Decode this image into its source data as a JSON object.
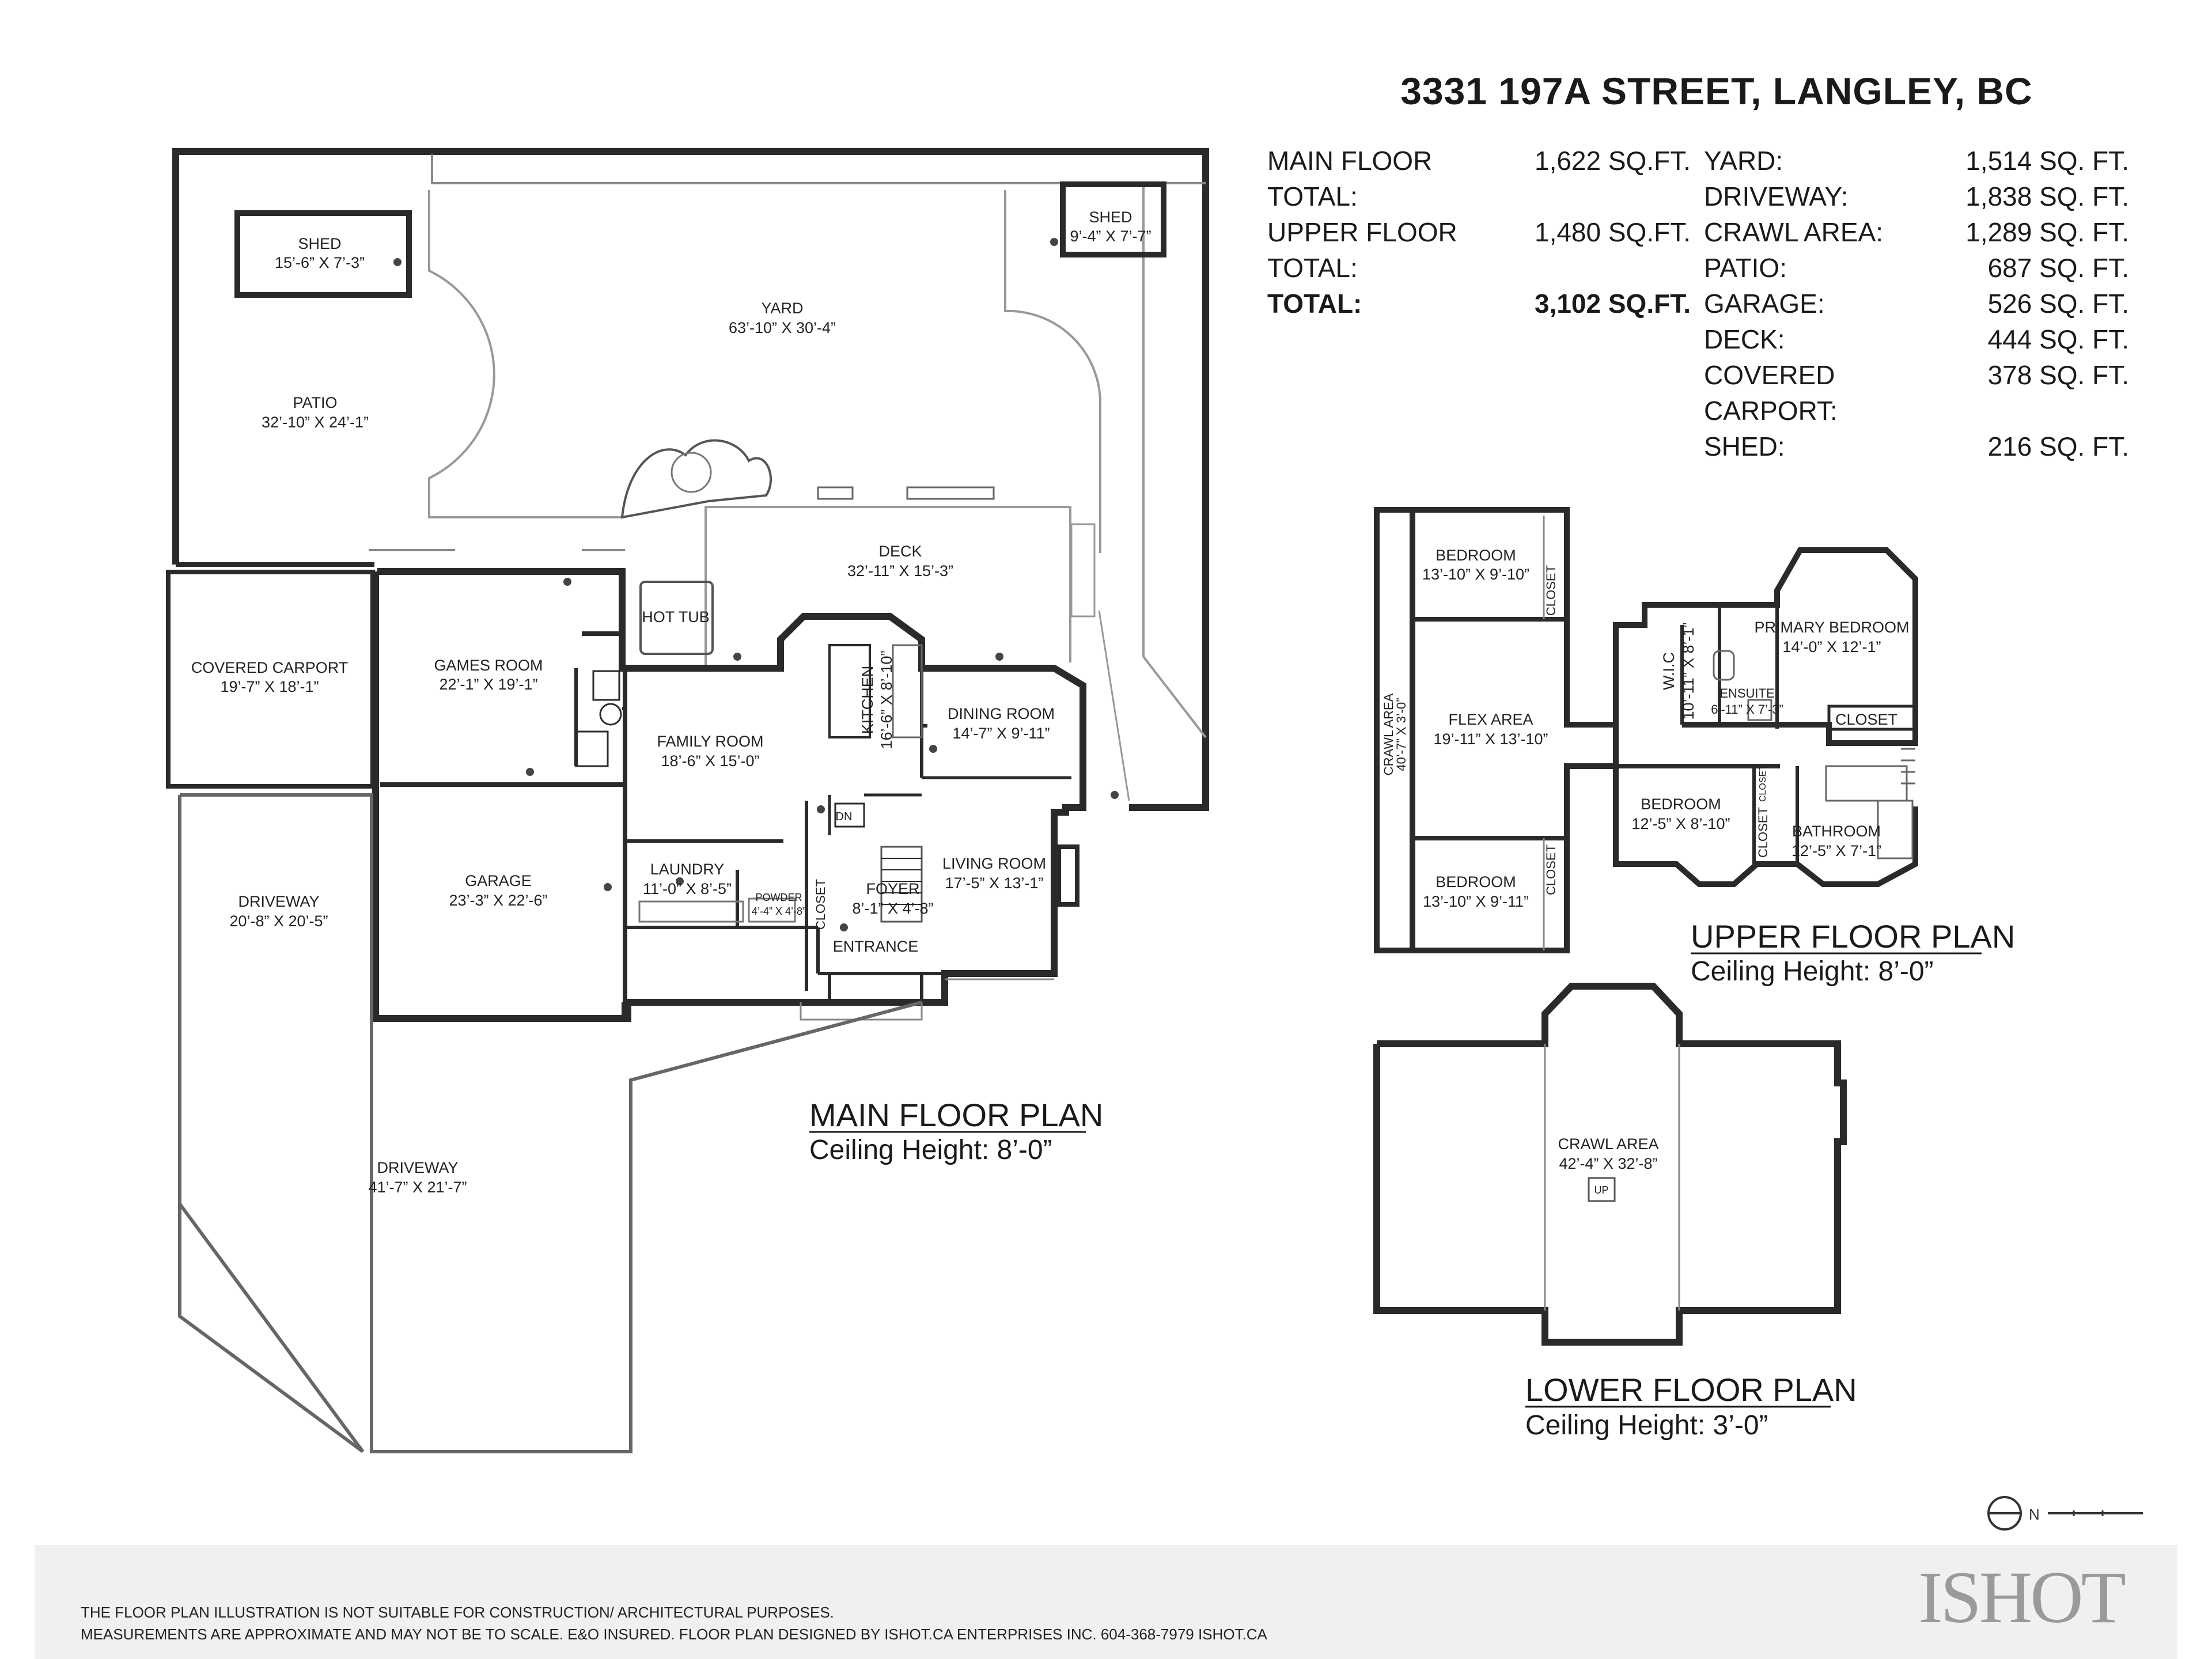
{
  "address": "3331 197A STREET, LANGLEY, BC",
  "floor_totals": [
    {
      "label": "MAIN FLOOR TOTAL:",
      "value": "1,622 SQ.FT."
    },
    {
      "label": "UPPER FLOOR TOTAL:",
      "value": "1,480 SQ.FT."
    },
    {
      "label": "TOTAL:",
      "value": "3,102 SQ.FT."
    }
  ],
  "other_areas": [
    {
      "label": "YARD:",
      "value": "1,514 SQ. FT."
    },
    {
      "label": "DRIVEWAY:",
      "value": "1,838 SQ. FT."
    },
    {
      "label": "CRAWL AREA:",
      "value": "1,289 SQ. FT."
    },
    {
      "label": "PATIO:",
      "value": "687 SQ. FT."
    },
    {
      "label": "GARAGE:",
      "value": "526 SQ. FT."
    },
    {
      "label": "DECK:",
      "value": "444 SQ. FT."
    },
    {
      "label": "COVERED CARPORT:",
      "value": "378 SQ. FT."
    },
    {
      "label": "SHED:",
      "value": "216 SQ. FT."
    }
  ],
  "plans": {
    "main": {
      "title": "MAIN FLOOR PLAN",
      "ceiling": "Ceiling Height: 8’-0”"
    },
    "upper": {
      "title": "UPPER FLOOR PLAN",
      "ceiling": "Ceiling Height: 8’-0”"
    },
    "lower": {
      "title": "LOWER FLOOR PLAN",
      "ceiling": "Ceiling Height: 3’-0”"
    }
  },
  "rooms": {
    "shed_left": {
      "name": "SHED",
      "dim": "15’-6” X 7’-3”"
    },
    "shed_right": {
      "name": "SHED",
      "dim": "9’-4” X 7’-7”"
    },
    "yard": {
      "name": "YARD",
      "dim": "63’-10” X 30’-4”"
    },
    "patio": {
      "name": "PATIO",
      "dim": "32’-10” X 24’-1”"
    },
    "deck": {
      "name": "DECK",
      "dim": "32’-11” X 15’-3”"
    },
    "hot_tub": {
      "name": "HOT TUB"
    },
    "covered_carport": {
      "name": "COVERED CARPORT",
      "dim": "19’-7” X 18’-1”"
    },
    "games_room": {
      "name": "GAMES ROOM",
      "dim": "22’-1” X 19’-1”"
    },
    "family_room": {
      "name": "FAMILY ROOM",
      "dim": "18’-6” X 15’-0”"
    },
    "kitchen": {
      "name": "KITCHEN",
      "dim": "16’-6” X 8’-10”"
    },
    "dining_room": {
      "name": "DINING ROOM",
      "dim": "14’-7” X 9’-11”"
    },
    "dn": {
      "name": "DN"
    },
    "driveway_left": {
      "name": "DRIVEWAY",
      "dim": "20’-8” X 20’-5”"
    },
    "garage": {
      "name": "GARAGE",
      "dim": "23’-3” X 22’-6”"
    },
    "laundry": {
      "name": "LAUNDRY",
      "dim": "11’-0” X 8’-5”"
    },
    "powder": {
      "name": "POWDER",
      "dim": "4’-4” X 4’-8”"
    },
    "closet_main": {
      "name": "CLOSET"
    },
    "foyer": {
      "name": "FOYER",
      "dim": "8’-1” X 4’-8”"
    },
    "living_room": {
      "name": "LIVING ROOM",
      "dim": "17’-5” X 13’-1”"
    },
    "entrance": {
      "name": "ENTRANCE"
    },
    "driveway_bottom": {
      "name": "DRIVEWAY",
      "dim": "41’-7” X 21’-7”"
    },
    "bedroom_1": {
      "name": "BEDROOM",
      "dim": "13’-10” X 9’-10”"
    },
    "closet_up_1": {
      "name": "CLOSET"
    },
    "crawl_area_up": {
      "name": "CRAWL AREA",
      "dim": "40’-7” X 3’-0”"
    },
    "flex_area": {
      "name": "FLEX AREA",
      "dim": "19’-11” X 13’-10”"
    },
    "bedroom_2": {
      "name": "BEDROOM",
      "dim": "13’-10” X 9’-11”"
    },
    "closet_up_2": {
      "name": "CLOSET"
    },
    "wic": {
      "name": "W.I.C",
      "dim": "10’-11” X 8’-1”"
    },
    "primary_bedroom": {
      "name": "PRIMARY BEDROOM",
      "dim": "14’-0” X 12’-1”"
    },
    "ensuite": {
      "name": "ENSUITE",
      "dim": "6’-11” X 7’-3”"
    },
    "closet_primary": {
      "name": "CLOSET"
    },
    "bedroom_3": {
      "name": "BEDROOM",
      "dim": "12’-5” X 8’-10”"
    },
    "closet_up_3": {
      "name": "CLOSET"
    },
    "closet_up_4": {
      "name": "CLOSET"
    },
    "bathroom": {
      "name": "BATHROOM",
      "dim": "12’-5” X 7’-1”"
    },
    "crawl_area_low": {
      "name": "CRAWL AREA",
      "dim": "42’-4” X 32’-8”"
    },
    "up": {
      "name": "UP"
    }
  },
  "compass": {
    "label": "N"
  },
  "disclaimer": [
    "THE FLOOR PLAN ILLUSTRATION IS NOT SUITABLE FOR CONSTRUCTION/ ARCHITECTURAL PURPOSES.",
    "MEASUREMENTS ARE APPROXIMATE AND MAY NOT BE TO SCALE. E&O INSURED. FLOOR PLAN DESIGNED BY ISHOT.CA ENTERPRISES INC. 604-368-7979  ISHOT.CA"
  ],
  "logo": "ISHOT"
}
